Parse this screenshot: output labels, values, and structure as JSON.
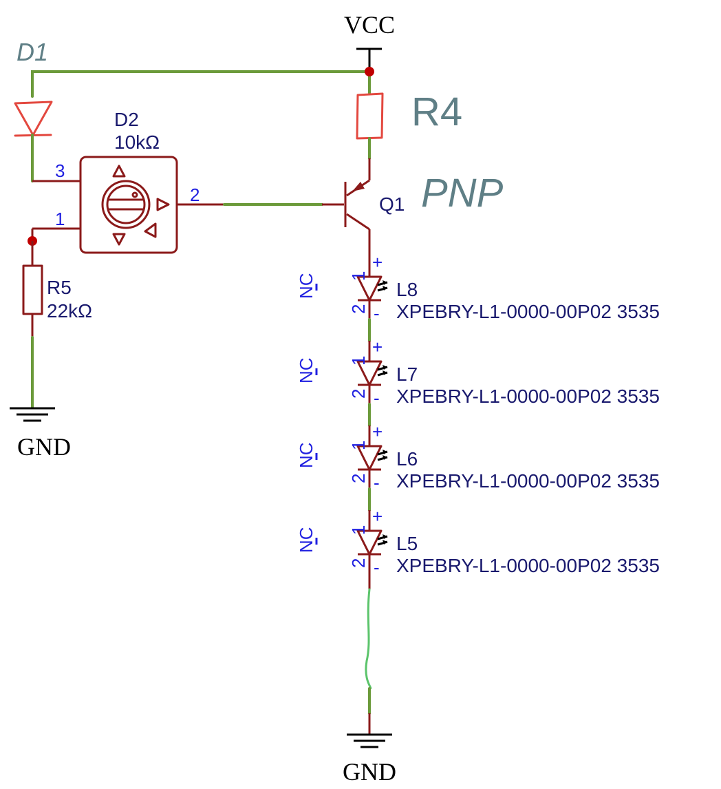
{
  "power": {
    "vcc": "VCC",
    "gnd_left": "GND",
    "gnd_bottom": "GND"
  },
  "hand_notes": {
    "d1": "D1",
    "r4": "R4",
    "q1_type": "PNP"
  },
  "pot": {
    "ref": "D2",
    "value": "10kΩ",
    "pin3": "3",
    "pin2": "2",
    "pin1": "1"
  },
  "r5": {
    "ref": "R5",
    "value": "22kΩ"
  },
  "q1": {
    "ref": "Q1"
  },
  "leds": [
    {
      "ref": "L8",
      "part": "XPEBRY-L1-0000-00P02 3535",
      "nc": "NC",
      "pin1": "1",
      "pin2": "2",
      "plus": "+",
      "minus": "-"
    },
    {
      "ref": "L7",
      "part": "XPEBRY-L1-0000-00P02 3535",
      "nc": "NC",
      "pin1": "1",
      "pin2": "2",
      "plus": "+",
      "minus": "-"
    },
    {
      "ref": "L6",
      "part": "XPEBRY-L1-0000-00P02 3535",
      "nc": "NC",
      "pin1": "1",
      "pin2": "2",
      "plus": "+",
      "minus": "-"
    },
    {
      "ref": "L5",
      "part": "XPEBRY-L1-0000-00P02 3535",
      "nc": "NC",
      "pin1": "1",
      "pin2": "2",
      "plus": "+",
      "minus": "-"
    }
  ],
  "colors": {
    "wire": "#6b9a3a",
    "part": "#8b1a1a",
    "junction": "#c00000",
    "hand_red": "#e3483f",
    "hand_gray": "#5f7f86",
    "pin_text": "#2020e0"
  }
}
